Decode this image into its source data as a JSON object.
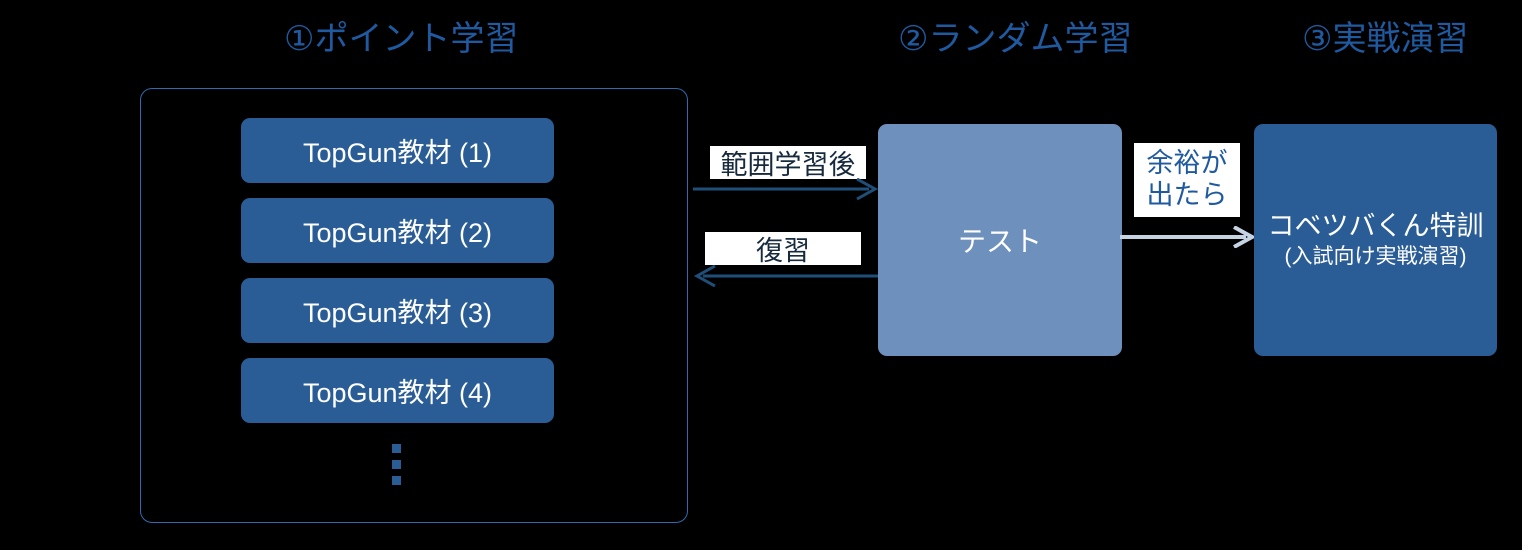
{
  "palette": {
    "background": "#000000",
    "heading_blue": "#1F5AA0",
    "box_blue": "#2A5C96",
    "test_blue": "#6E90BC",
    "border_blue": "#2E6BB0",
    "arrow_blue": "#1F4E79",
    "arrow_light": "#C6D3E3",
    "label_bg": "#FFFFFF",
    "label_text": "#16293D",
    "white": "#FFFFFF"
  },
  "headings": {
    "stage1": "①ポイント学習",
    "stage2": "②ランダム学習",
    "stage3": "③実戦演習"
  },
  "stage1": {
    "materials": [
      "TopGun教材 (1)",
      "TopGun教材 (2)",
      "TopGun教材 (3)",
      "TopGun教材 (4)"
    ],
    "continuation": "⋮"
  },
  "stage2": {
    "box_label": "テスト"
  },
  "stage3": {
    "title": "コベツバくん特訓",
    "subtitle": "(入試向け実戦演習)"
  },
  "arrows": {
    "forward": {
      "label": "範囲学習後",
      "direction": "right",
      "color": "#1F4E79"
    },
    "back": {
      "label": "復習",
      "direction": "left",
      "color": "#1F4E79"
    },
    "bonus": {
      "label_line1": "余裕が",
      "label_line2": "出たら",
      "direction": "right",
      "color": "#C6D3E3"
    }
  }
}
